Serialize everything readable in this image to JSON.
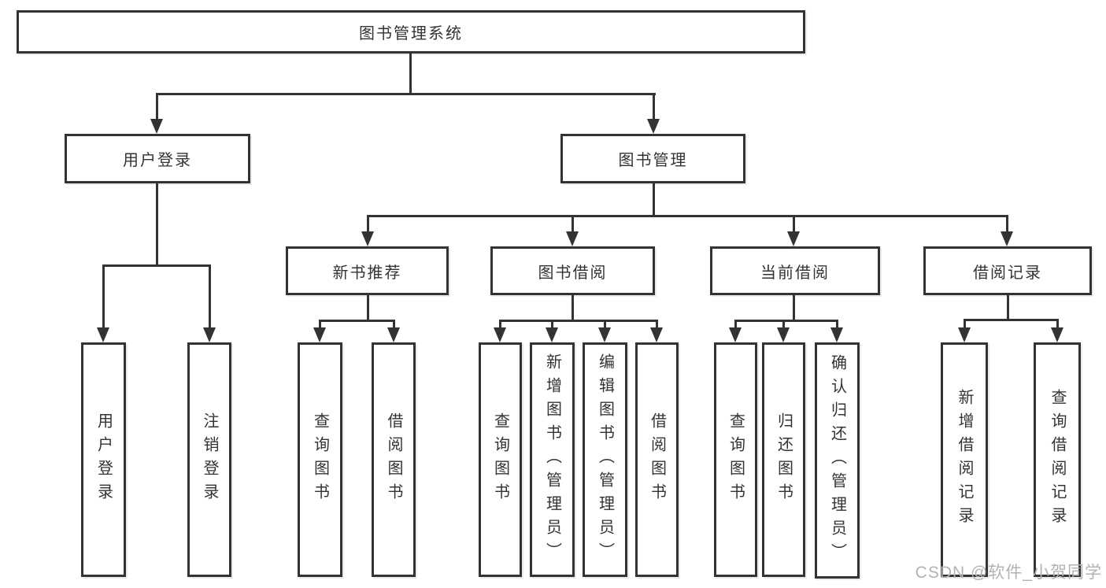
{
  "diagram": {
    "type": "hierarchy-tree",
    "root": {
      "label": "图书管理系统"
    },
    "branches": [
      {
        "label": "用户登录",
        "leaves": [
          {
            "label": "用户登录"
          },
          {
            "label": "注销登录"
          }
        ]
      },
      {
        "label": "图书管理",
        "groups": [
          {
            "label": "新书推荐",
            "leaves": [
              {
                "label": "查询图书"
              },
              {
                "label": "借阅图书"
              }
            ]
          },
          {
            "label": "图书借阅",
            "leaves": [
              {
                "label": "查询图书"
              },
              {
                "label": "新增图书（管理员）"
              },
              {
                "label": "编辑图书（管理员）"
              },
              {
                "label": "借阅图书"
              }
            ]
          },
          {
            "label": "当前借阅",
            "leaves": [
              {
                "label": "查询图书"
              },
              {
                "label": "归还图书"
              },
              {
                "label": "确认归还（管理员）"
              }
            ]
          },
          {
            "label": "借阅记录",
            "leaves": [
              {
                "label": "新增借阅记录"
              },
              {
                "label": "查询借阅记录"
              }
            ]
          }
        ]
      }
    ]
  },
  "watermark": "CSDN @软件_小贺同学",
  "colors": {
    "line": "#333333",
    "text": "#333333",
    "background": "#ffffff",
    "watermark": "#b3b3b3"
  }
}
